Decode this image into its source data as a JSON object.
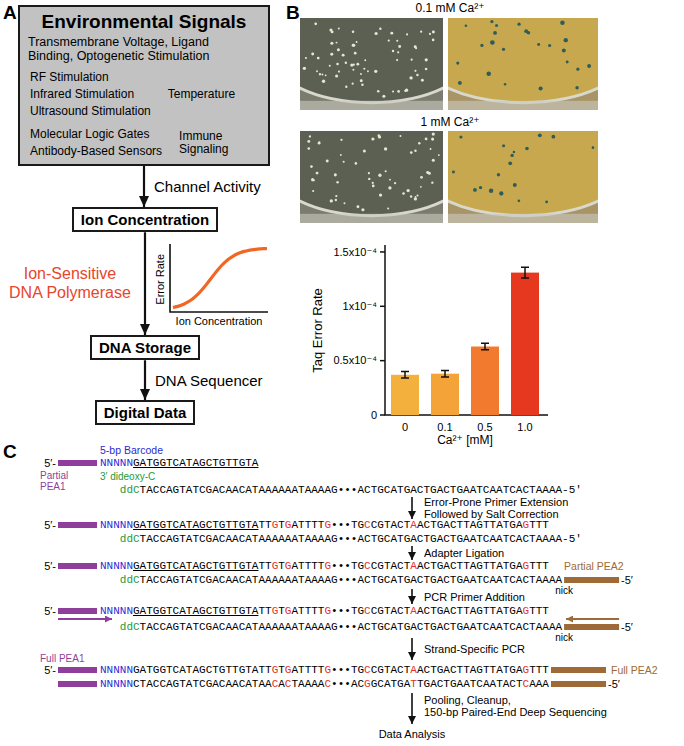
{
  "diagram": {
    "nodes": [
      {
        "text": [
          "Environmental Signals",
          "Transmembrane Voltage, Ligand Binding, Optogenetic Stimulation",
          "RF Stimulation",
          "Infrared Stimulation",
          "Ultrasound Stimulation",
          "Temperature",
          "Molecular Logic Gates",
          "Antibody-Based Sensors",
          "Immune Signaling"
        ]
      },
      {
        "text": [
          "Ion Concentration"
        ]
      },
      {
        "text": [
          "DNA Storage"
        ]
      },
      {
        "text": [
          "Digital Data"
        ]
      }
    ],
    "edges": [
      {
        "from": 0,
        "to": 1,
        "arrow": "to",
        "label": "Channel Activity"
      },
      {
        "from": 1,
        "to": 2,
        "arrow": "to",
        "label": "Ion-Sensitive DNA Polymerase"
      },
      {
        "from": 2,
        "to": 3,
        "arrow": "to",
        "label": "DNA Sequencer"
      }
    ],
    "labels": [
      "A",
      "Error Rate",
      "Ion Concentration",
      "B",
      "0.1 mM Ca²⁺",
      "1 mM Ca²⁺",
      "Taq Error Rate",
      "1.5x10⁻⁴",
      "1x10⁻⁴",
      "0.5x10⁻⁴",
      "0",
      "0",
      "0.1",
      "0.5",
      "1.0",
      "Ca²⁺ [mM]",
      "C",
      "5-bp Barcode",
      "Partial PEA1",
      "3′ dideoxy-C",
      "5′-",
      "NNNNNGATGGTCATAGCTGTTGTA",
      "ddCTACCAGTATCGACAACATAAAAAATAAAAG•••ACTGCATGACTGACTGAATCAATCACTAAAA-5′",
      "Error-Prone Primer Extension",
      "Followed by Salt Correction",
      "5′-",
      "NNNNNGATGGTCATAGCTGTTGTATTGTGATTTTG•••TGCCGTACTAACTGACTTAGTTATGAGTTT",
      "ddCTACCAGTATCGACAACATAAAAAATAAAAG•••ACTGCATGACTGACTGAATCAATCACTAAAA-5′",
      "Adapter Ligation",
      "Partial PEA2",
      "5′-",
      "NNNNNGATGGTCATAGCTGTTGTATTGTGATTTTG•••TGCCGTACTAACTGACTTAGTTATGAGTTT",
      "ddCTACCAGTATCGACAACATAAAAAATAAAAG•••ACTGCATGACTGACTGAATCAATCACTAAAA",
      "-5′",
      "nick",
      "PCR Primer Addition",
      "5′-",
      "NNNNNGATGGTCATAGCTGTTGTATTGTGATTTTG•••TGCCGTACTAACTGACTTAGTTATGAGTTT",
      "ddCTACCAGTATCGACAACATAAAAAATAAAAG•••ACTGCATGACTGACTGAATCAATCACTAAAA",
      "-5′",
      "nick",
      "Strand-Specific PCR",
      "Full PEA1",
      "5′-",
      "NNNNNGATGGTCATAGCTGTTGTATTGTGATTTTG•••TGCCGTACTAACTGACTTAGTTATGAGTTT",
      "NNNNNCTACCAGTATCGACAACATAACACTAAAAC•••ACGGCATGATTGACTGAATCAATACTCAAA",
      "-5′",
      "Full PEA2",
      "Pooling, Cleanup,",
      "150-bp Paired-End Deep Sequencing",
      "Data Analysis"
    ]
  }
}
